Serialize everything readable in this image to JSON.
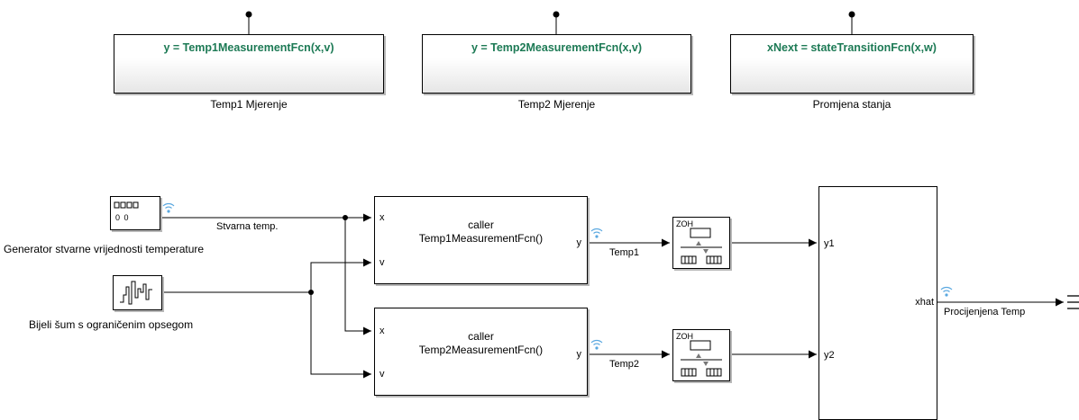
{
  "function_blocks": [
    {
      "fcn": "y = Temp1MeasurementFcn(x,v)",
      "caption": "Temp1 Mjerenje"
    },
    {
      "fcn": "y = Temp2MeasurementFcn(x,v)",
      "caption": "Temp2 Mjerenje"
    },
    {
      "fcn": "xNext = stateTransitionFcn(x,w)",
      "caption": "Promjena stanja"
    }
  ],
  "sources": {
    "temp_generator": {
      "display": "0 0",
      "caption": "Generator stvarne vrijednosti temperature"
    },
    "noise": {
      "caption": "Bijeli šum s ograničenim opsegom"
    }
  },
  "callers": [
    {
      "line1": "caller",
      "line2": "Temp1MeasurementFcn()",
      "in_x": "x",
      "in_v": "v",
      "out_y": "y"
    },
    {
      "line1": "caller",
      "line2": "Temp2MeasurementFcn()",
      "in_x": "x",
      "in_v": "v",
      "out_y": "y"
    }
  ],
  "zoh": {
    "label": "ZOH"
  },
  "estimator": {
    "in1": "y1",
    "in2": "y2",
    "out": "xhat"
  },
  "signals": {
    "true_temp": "Stvarna temp.",
    "temp1": "Temp1",
    "temp2": "Temp2",
    "estimate": "Procijenjena Temp"
  },
  "colors": {
    "function_text": "#1d7a55",
    "signal_log": "#5aa8e0"
  }
}
